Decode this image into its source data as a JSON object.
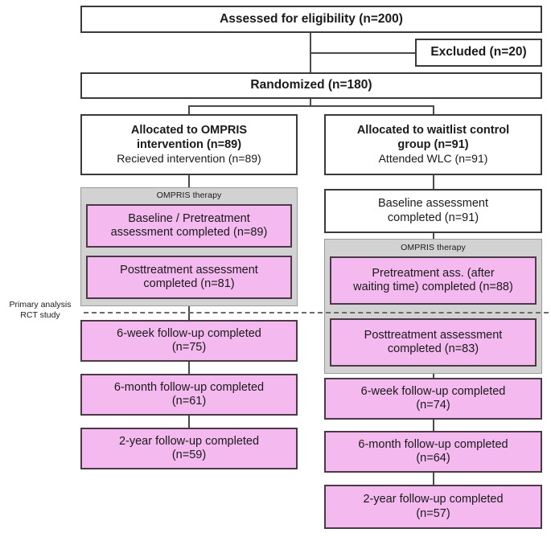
{
  "diagram": {
    "title": "CONSORT participant flow diagram",
    "colors": {
      "pink": "#f4b9ef",
      "gray": "#d2d2d2",
      "border": "#3a3a3a",
      "line": "#4a4a4a"
    },
    "annotations": {
      "primary_analysis_line1": "Primary analysis",
      "primary_analysis_line2": "RCT study"
    },
    "top": {
      "assessed": "Assessed for eligibility (n=200)",
      "excluded": "Excluded (n=20)",
      "randomized": "Randomized (n=180)"
    },
    "left_arm": {
      "allocation": {
        "line1": "Allocated to OMPRIS",
        "line2": "intervention (n=89)",
        "line3": "Recieved intervention (n=89)"
      },
      "therapy_label": "OMPRIS therapy",
      "baseline": {
        "line1": "Baseline / Pretreatment",
        "line2": "assessment completed (n=89)"
      },
      "posttreatment": {
        "line1": "Posttreatment assessment",
        "line2": "completed (n=81)"
      },
      "followups": [
        {
          "line1": "6-week follow-up completed",
          "line2": "(n=75)"
        },
        {
          "line1": "6-month follow-up completed",
          "line2": "(n=61)"
        },
        {
          "line1": "2-year follow-up completed",
          "line2": "(n=59)"
        }
      ]
    },
    "right_arm": {
      "allocation": {
        "line1": "Allocated to waitlist control",
        "line2": "group (n=91)",
        "line3": "Attended WLC (n=91)"
      },
      "baseline": {
        "line1": "Baseline assessment",
        "line2": "completed (n=91)"
      },
      "therapy_label": "OMPRIS therapy",
      "pretreatment": {
        "line1": "Pretreatment ass. (after",
        "line2": "waiting time) completed (n=88)"
      },
      "posttreatment": {
        "line1": "Posttreatment assessment",
        "line2": "completed (n=83)"
      },
      "followups": [
        {
          "line1": "6-week follow-up completed",
          "line2": "(n=74)"
        },
        {
          "line1": "6-month follow-up completed",
          "line2": "(n=64)"
        },
        {
          "line1": "2-year follow-up completed",
          "line2": "(n=57)"
        }
      ]
    }
  }
}
